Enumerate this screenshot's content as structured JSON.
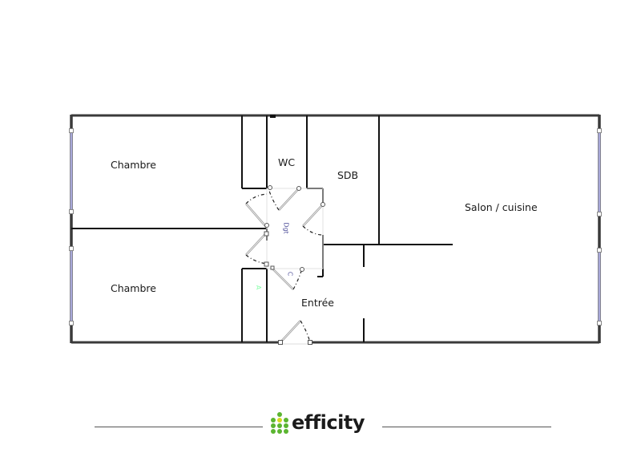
{
  "floor_plan": {
    "rooms": [
      {
        "id": "chambre-1",
        "label": "Chambre"
      },
      {
        "id": "wc",
        "label": "WC"
      },
      {
        "id": "sdb",
        "label": "SDB"
      },
      {
        "id": "salon",
        "label": "Salon / cuisine"
      },
      {
        "id": "chambre-2",
        "label": "Chambre"
      },
      {
        "id": "entree",
        "label": "Entrée"
      }
    ],
    "marks": {
      "dgt": "Dgt",
      "c": "C",
      "a": "A"
    }
  },
  "footer": {
    "brand": "efficity",
    "brand_colors": {
      "green": "#5bb530",
      "yellow": "#d7d81f"
    }
  }
}
